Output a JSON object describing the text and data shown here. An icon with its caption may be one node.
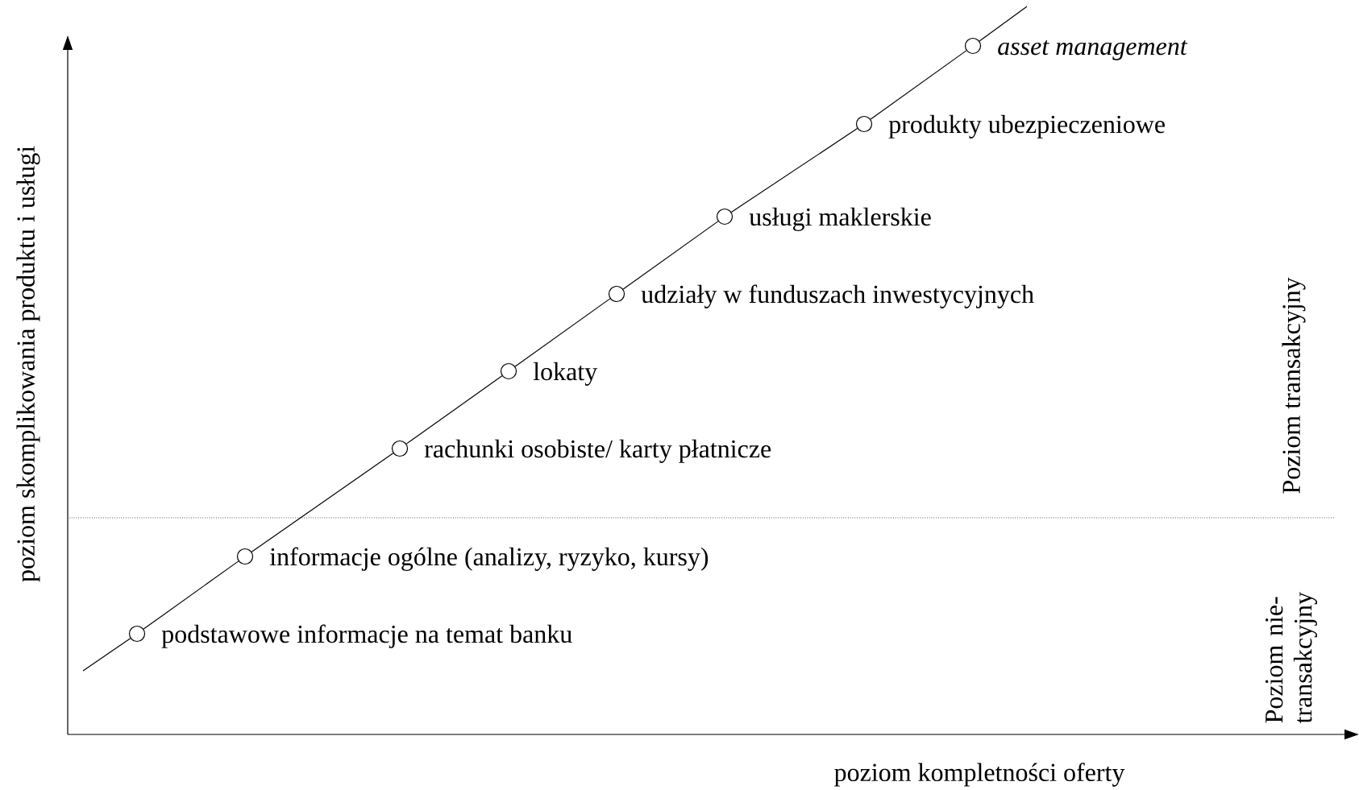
{
  "diagram": {
    "nodes": [
      {
        "text": [],
        "shape": "circle",
        "beside": [
          "podstawowe informacje na temat banku"
        ]
      },
      {
        "text": [],
        "shape": "circle",
        "beside": [
          "informacje ogólne (analizy, ryzyko, kursy)"
        ]
      },
      {
        "text": [],
        "shape": "circle",
        "beside": [
          "rachunki osobiste/ karty płatnicze"
        ]
      },
      {
        "text": [],
        "shape": "circle",
        "beside": [
          "lokaty"
        ]
      },
      {
        "text": [],
        "shape": "circle",
        "beside": [
          "udziały w funduszach inwestycyjnych"
        ]
      },
      {
        "text": [],
        "shape": "circle",
        "beside": [
          "usługi maklerskie"
        ]
      },
      {
        "text": [],
        "shape": "circle",
        "beside": [
          "produkty ubezpieczeniowe"
        ]
      },
      {
        "text": [],
        "shape": "circle",
        "beside": [
          "asset management"
        ]
      }
    ],
    "edges": [
      {
        "from": null,
        "to": 0,
        "arrow": "none"
      },
      {
        "from": 0,
        "to": 1,
        "arrow": "none"
      },
      {
        "from": 1,
        "to": 2,
        "arrow": "none"
      },
      {
        "from": 2,
        "to": 3,
        "arrow": "none"
      },
      {
        "from": 3,
        "to": 4,
        "arrow": "none"
      },
      {
        "from": 4,
        "to": 5,
        "arrow": "none"
      },
      {
        "from": 5,
        "to": 6,
        "arrow": "none"
      },
      {
        "from": 6,
        "to": 7,
        "arrow": "none"
      },
      {
        "from": 7,
        "to": null,
        "arrow": "none"
      }
    ],
    "labels": [
      "poziom skomplikowania produktu i usługi",
      "Poziom transakcyjny",
      "Poziom nie- transakcyjny",
      "poziom kompletności oferty"
    ]
  }
}
